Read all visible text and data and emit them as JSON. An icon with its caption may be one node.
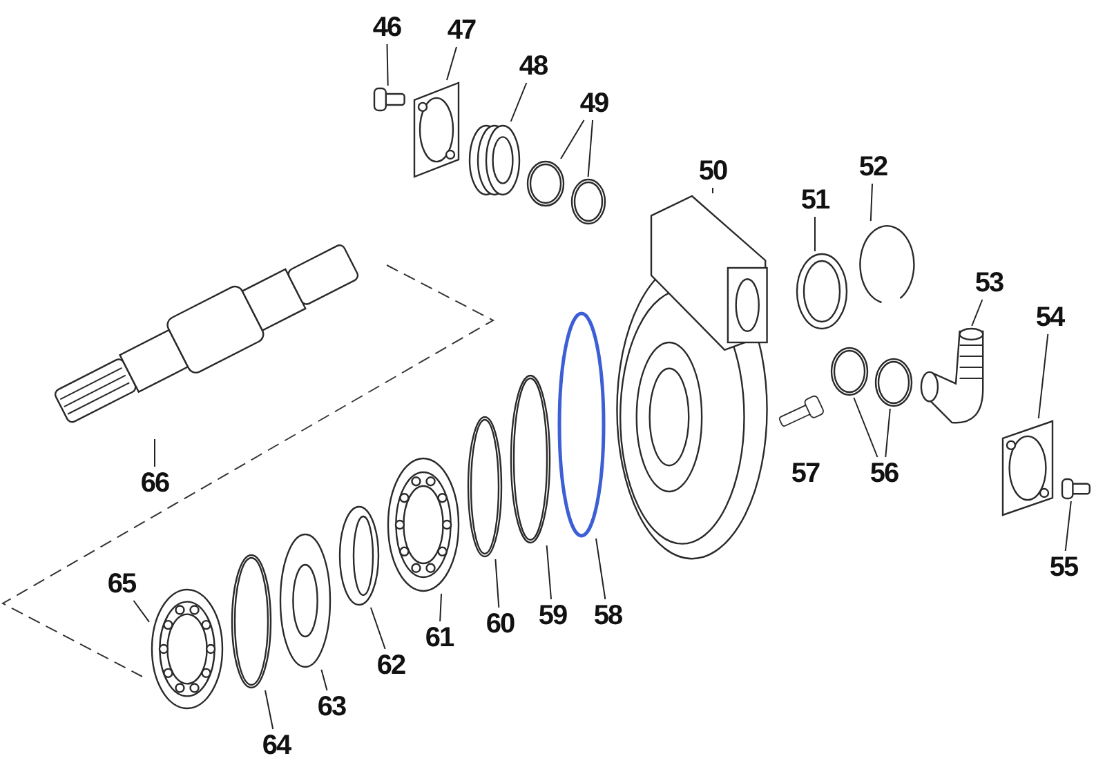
{
  "diagram": {
    "nodes": [
      {
        "text": [
          "46"
        ]
      },
      {
        "text": [
          "47"
        ]
      },
      {
        "text": [
          "48"
        ]
      },
      {
        "text": [
          "49"
        ]
      },
      {
        "text": [
          "50"
        ]
      },
      {
        "text": [
          "51"
        ]
      },
      {
        "text": [
          "52"
        ]
      },
      {
        "text": [
          "53"
        ]
      },
      {
        "text": [
          "54"
        ]
      },
      {
        "text": [
          "55"
        ]
      },
      {
        "text": [
          "56"
        ]
      },
      {
        "text": [
          "58"
        ]
      },
      {
        "text": [
          "59"
        ]
      },
      {
        "text": [
          "60"
        ]
      },
      {
        "text": [
          "61"
        ]
      },
      {
        "text": [
          "62"
        ]
      },
      {
        "text": [
          "63"
        ]
      },
      {
        "text": [
          "64"
        ]
      },
      {
        "text": [
          "65"
        ]
      },
      {
        "text": [
          "66"
        ]
      },
      {
        "text": [],
        "shape": "bolt"
      },
      {
        "text": [],
        "shape": "plate"
      },
      {
        "text": [],
        "shape": "fitting"
      },
      {
        "text": [],
        "shape": "ring"
      },
      {
        "text": [],
        "shape": "ring"
      },
      {
        "text": [],
        "shape": "housing"
      },
      {
        "text": [],
        "shape": "seal"
      },
      {
        "text": [],
        "shape": "clip"
      },
      {
        "text": [],
        "shape": "elbow"
      },
      {
        "text": [],
        "shape": "plate"
      },
      {
        "text": [],
        "shape": "bolt"
      },
      {
        "text": [],
        "shape": "ring"
      },
      {
        "text": [],
        "shape": "ring"
      },
      {
        "text": [],
        "shape": "ring"
      },
      {
        "text": [],
        "shape": "ring"
      },
      {
        "text": [],
        "shape": "ring"
      },
      {
        "text": [],
        "shape": "bearing"
      },
      {
        "text": [],
        "shape": "bushing"
      },
      {
        "text": [],
        "shape": "washer"
      },
      {
        "text": [],
        "shape": "ring"
      },
      {
        "text": [],
        "shape": "bearing"
      },
      {
        "text": [],
        "shape": "shaft"
      }
    ],
    "edges": [
      {
        "from": 0,
        "to": 20,
        "arrow": "none"
      },
      {
        "from": 1,
        "to": 21,
        "arrow": "none"
      },
      {
        "from": 2,
        "to": 22,
        "arrow": "none"
      },
      {
        "from": 3,
        "to": 23,
        "arrow": "none"
      },
      {
        "from": 3,
        "to": 24,
        "arrow": "none"
      },
      {
        "from": 4,
        "to": 25,
        "arrow": "none"
      },
      {
        "from": 5,
        "to": 26,
        "arrow": "none"
      },
      {
        "from": 6,
        "to": 27,
        "arrow": "none"
      },
      {
        "from": 7,
        "to": 28,
        "arrow": "none"
      },
      {
        "from": 8,
        "to": 29,
        "arrow": "none"
      },
      {
        "from": 9,
        "to": 30,
        "arrow": "none"
      },
      {
        "from": 10,
        "to": 31,
        "arrow": "none"
      },
      {
        "from": 10,
        "to": 32,
        "arrow": "none"
      },
      {
        "from": 11,
        "to": 33,
        "arrow": "none"
      },
      {
        "from": 12,
        "to": 34,
        "arrow": "none"
      },
      {
        "from": 13,
        "to": 35,
        "arrow": "none"
      },
      {
        "from": 14,
        "to": 36,
        "arrow": "none"
      },
      {
        "from": 15,
        "to": 37,
        "arrow": "none"
      },
      {
        "from": 16,
        "to": 38,
        "arrow": "none"
      },
      {
        "from": 17,
        "to": 39,
        "arrow": "none"
      },
      {
        "from": 18,
        "to": 40,
        "arrow": "none"
      },
      {
        "from": 19,
        "to": 41,
        "arrow": "none"
      }
    ],
    "labels": [
      "57"
    ]
  }
}
